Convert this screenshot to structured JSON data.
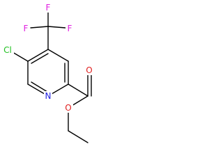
{
  "molecule": {
    "atoms": {
      "F_top": {
        "label": "F",
        "color": "#e020e0"
      },
      "F_left": {
        "label": "F",
        "color": "#e020e0"
      },
      "F_right": {
        "label": "F",
        "color": "#e020e0"
      },
      "Cl": {
        "label": "Cl",
        "color": "#20c020"
      },
      "N": {
        "label": "N",
        "color": "#2020e0"
      },
      "O_carbonyl": {
        "label": "O",
        "color": "#e02020"
      },
      "O_ester": {
        "label": "O",
        "color": "#e02020"
      }
    },
    "bond_color": "#000000"
  }
}
